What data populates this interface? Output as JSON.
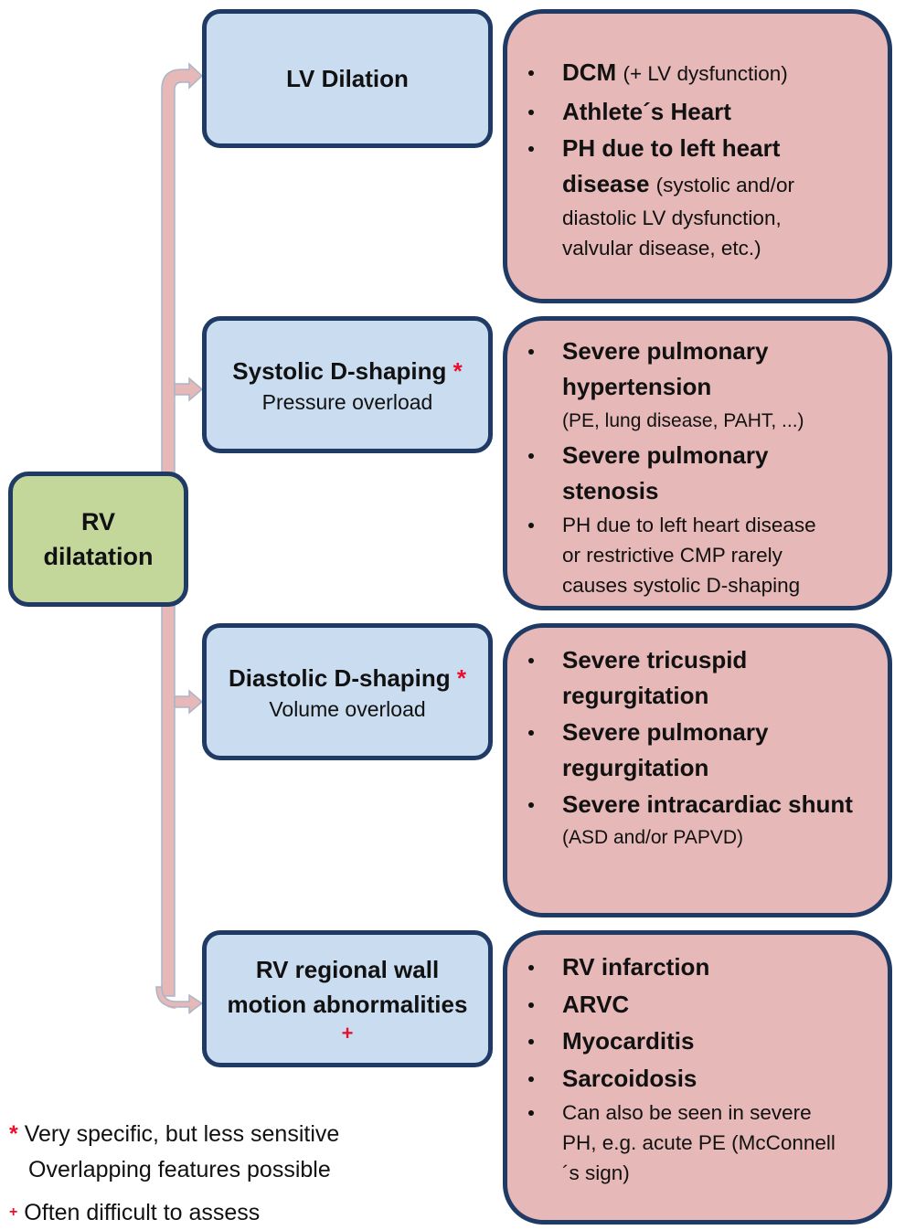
{
  "root": {
    "line1": "RV",
    "line2": "dilatation"
  },
  "categories": [
    {
      "title": "LV Dilation",
      "subtitle": "",
      "marker": ""
    },
    {
      "title": "Systolic D-shaping",
      "subtitle": "Pressure overload",
      "marker": "*"
    },
    {
      "title": "Diastolic D-shaping",
      "subtitle": "Volume overload",
      "marker": "*"
    },
    {
      "title_line1": "RV regional wall",
      "title_line2": "motion abnormalities",
      "marker": "+"
    }
  ],
  "details": {
    "lv": {
      "item1_bold": "DCM",
      "item1_note": "(+ LV dysfunction)",
      "item2_bold": "Athlete´s Heart",
      "item3_bold_l1": "PH due to left heart",
      "item3_bold_l2": "disease",
      "item3_note_l1": "(systolic and/or",
      "item3_note_l2": "diastolic LV dysfunction,",
      "item3_note_l3": "valvular disease, etc.)"
    },
    "systolic": {
      "item1_l1": "Severe pulmonary",
      "item1_l2": "hypertension",
      "item1_note": "(PE, lung disease, PAHT, ...)",
      "item2_l1": "Severe pulmonary",
      "item2_l2": "stenosis",
      "item3_l1": "PH due to left heart disease",
      "item3_l2": "or restrictive CMP rarely",
      "item3_l3": "causes systolic D-shaping"
    },
    "diastolic": {
      "item1_l1": "Severe tricuspid",
      "item1_l2": "regurgitation",
      "item2_l1": "Severe pulmonary",
      "item2_l2": "regurgitation",
      "item3_l1": "Severe intracardiac shunt",
      "item3_note": "(ASD and/or PAPVD)"
    },
    "regional": {
      "item1": "RV infarction",
      "item2": "ARVC",
      "item3": "Myocarditis",
      "item4": "Sarcoidosis",
      "item5_l1": "Can also be seen in severe",
      "item5_l2": "PH, e.g. acute PE (McConnell",
      "item5_l3": "´s sign)"
    }
  },
  "footnotes": {
    "star_symbol": "*",
    "star_line1": "Very specific, but less sensitive",
    "star_line2": "Overlapping features possible",
    "plus_symbol": "+",
    "plus_line1": "Often difficult to assess"
  },
  "colors": {
    "border": "#1f3a64",
    "root_fill": "#c4d79b",
    "category_fill": "#c9dcf0",
    "detail_fill": "#e6b8b7",
    "arrow_fill": "#e6b8b7",
    "marker": "#e8102c"
  }
}
